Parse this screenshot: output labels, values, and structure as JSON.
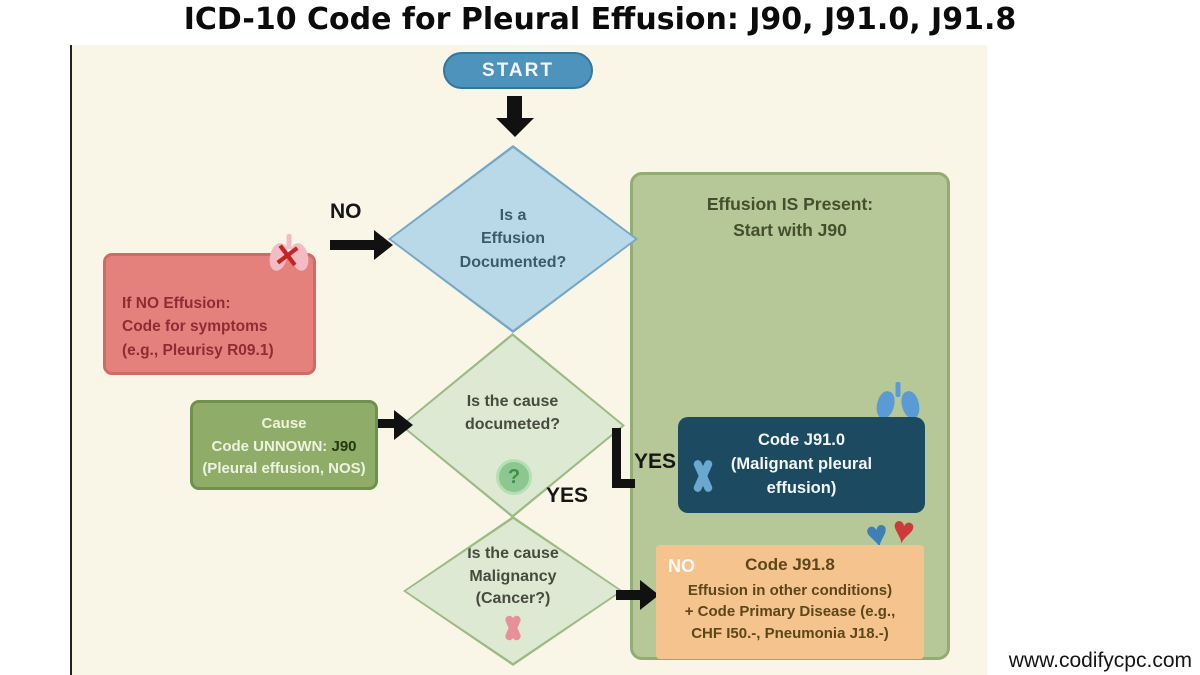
{
  "page": {
    "title": "ICD-10 Code for Pleural Effusion: J90, J91.0, J91.8",
    "watermark": "www.codifycpc.com"
  },
  "flowchart": {
    "start_label": "START",
    "no_label": "NO",
    "yes_label_right": "YES",
    "yes_label_down": "YES",
    "decision1": {
      "line1": "Is a",
      "line2": "Effusion",
      "line3": "Documented?"
    },
    "no_effusion_box": {
      "line1": "If NO Effusion:",
      "line2": "Code for symptoms",
      "line3": "(e.g., Pleurisy R09.1)"
    },
    "effusion_present_box": {
      "line1": "Effusion IS Present:",
      "line2": "Start with J90"
    },
    "decision2": {
      "line1": "Is the cause",
      "line2": "documeted?",
      "question_mark": "?"
    },
    "cause_unknown_box": {
      "line1": "Cause",
      "line2_prefix": "Code UNNOWN: ",
      "line2_code": "J90",
      "line3": "(Pleural effusion, NOS)"
    },
    "code_j910_box": {
      "line1": "Code J91.0",
      "line2": "(Malignant pleural",
      "line3": "effusion)"
    },
    "decision3": {
      "line1": "Is the cause",
      "line2": "Malignancy",
      "line3": "(Cancer?)"
    },
    "code_j918_box": {
      "no_label": "NO",
      "title": "Code J91.8",
      "line1": "Effusion in other conditions)",
      "line2": "+ Code Primary Disease (e.g.,",
      "line3": "CHF I50.-, Pneumonia J18.-)"
    }
  },
  "colors": {
    "panel_background": "#faf6e7",
    "start_blue": "#4e93bb",
    "decision1_fill": "#bad9e8",
    "decision_green_fill": "#dde9d3",
    "big_green_box": "#b6c897",
    "red_box": "#e5817c",
    "cause_green_box": "#8fad68",
    "navy_box": "#1c4a61",
    "orange_box": "#f4c38e",
    "arrow_black": "#111111"
  }
}
